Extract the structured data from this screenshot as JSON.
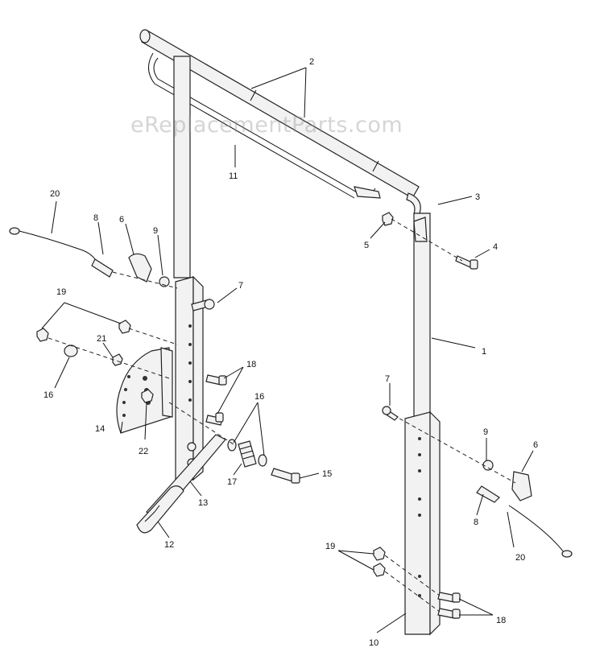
{
  "watermark": "eReplacementParts.com",
  "callouts": {
    "c1": "1",
    "c2": "2",
    "c3": "3",
    "c4": "4",
    "c5": "5",
    "c6a": "6",
    "c6b": "6",
    "c7a": "7",
    "c7b": "7",
    "c8a": "8",
    "c8b": "8",
    "c9a": "9",
    "c9b": "9",
    "c10": "10",
    "c11": "11",
    "c12": "12",
    "c13": "13",
    "c14": "14",
    "c15": "15",
    "c16a": "16",
    "c16b": "16",
    "c17": "17",
    "c18a": "18",
    "c18b": "18",
    "c19a": "19",
    "c19b": "19",
    "c20a": "20",
    "c20b": "20",
    "c21": "21",
    "c22": "22"
  }
}
